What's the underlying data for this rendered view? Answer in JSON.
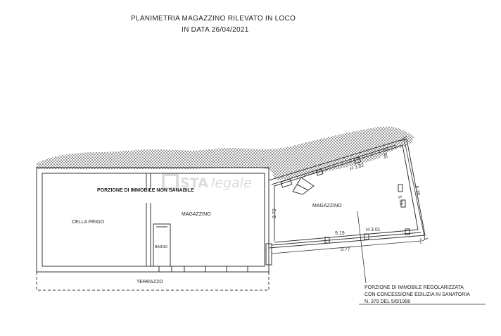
{
  "title": {
    "line1": "PLANIMETRIA MAGAZZINO RILEVATO IN LOCO",
    "line2": "IN DATA 26/04/2021"
  },
  "watermark": {
    "brand_a": "STA",
    "brand_b": "legale"
  },
  "rooms": {
    "cella_frigo": "CELLA FRIGO",
    "bagno": "BAGNO",
    "magazzino_left": "MAGAZZINO",
    "magazzino_right": "MAGAZZINO",
    "terrazzo": "TERRAZZO",
    "non_sanabile": "PORZIONE DI IMMOBILE NON SANABILE"
  },
  "dimensions": {
    "h_top": "H 3.82",
    "h_bottom": "H 3.01",
    "d_372": "3.72",
    "d_919": "9.19",
    "d_977": "9.77",
    "d_573": "5.73",
    "d_638": "6.38",
    "d_046": "0.46"
  },
  "note": {
    "line1": "PORZIONE DI IMMOBILE REGOLARIZZATA",
    "line2": "CON CONCESSIONE EDILIZIA IN SANATORIA",
    "line3": "N. 379 DEL 5/6/1998"
  },
  "colors": {
    "wall": "#333333",
    "ground": "#222222",
    "watermark": "#d9d9d9"
  }
}
